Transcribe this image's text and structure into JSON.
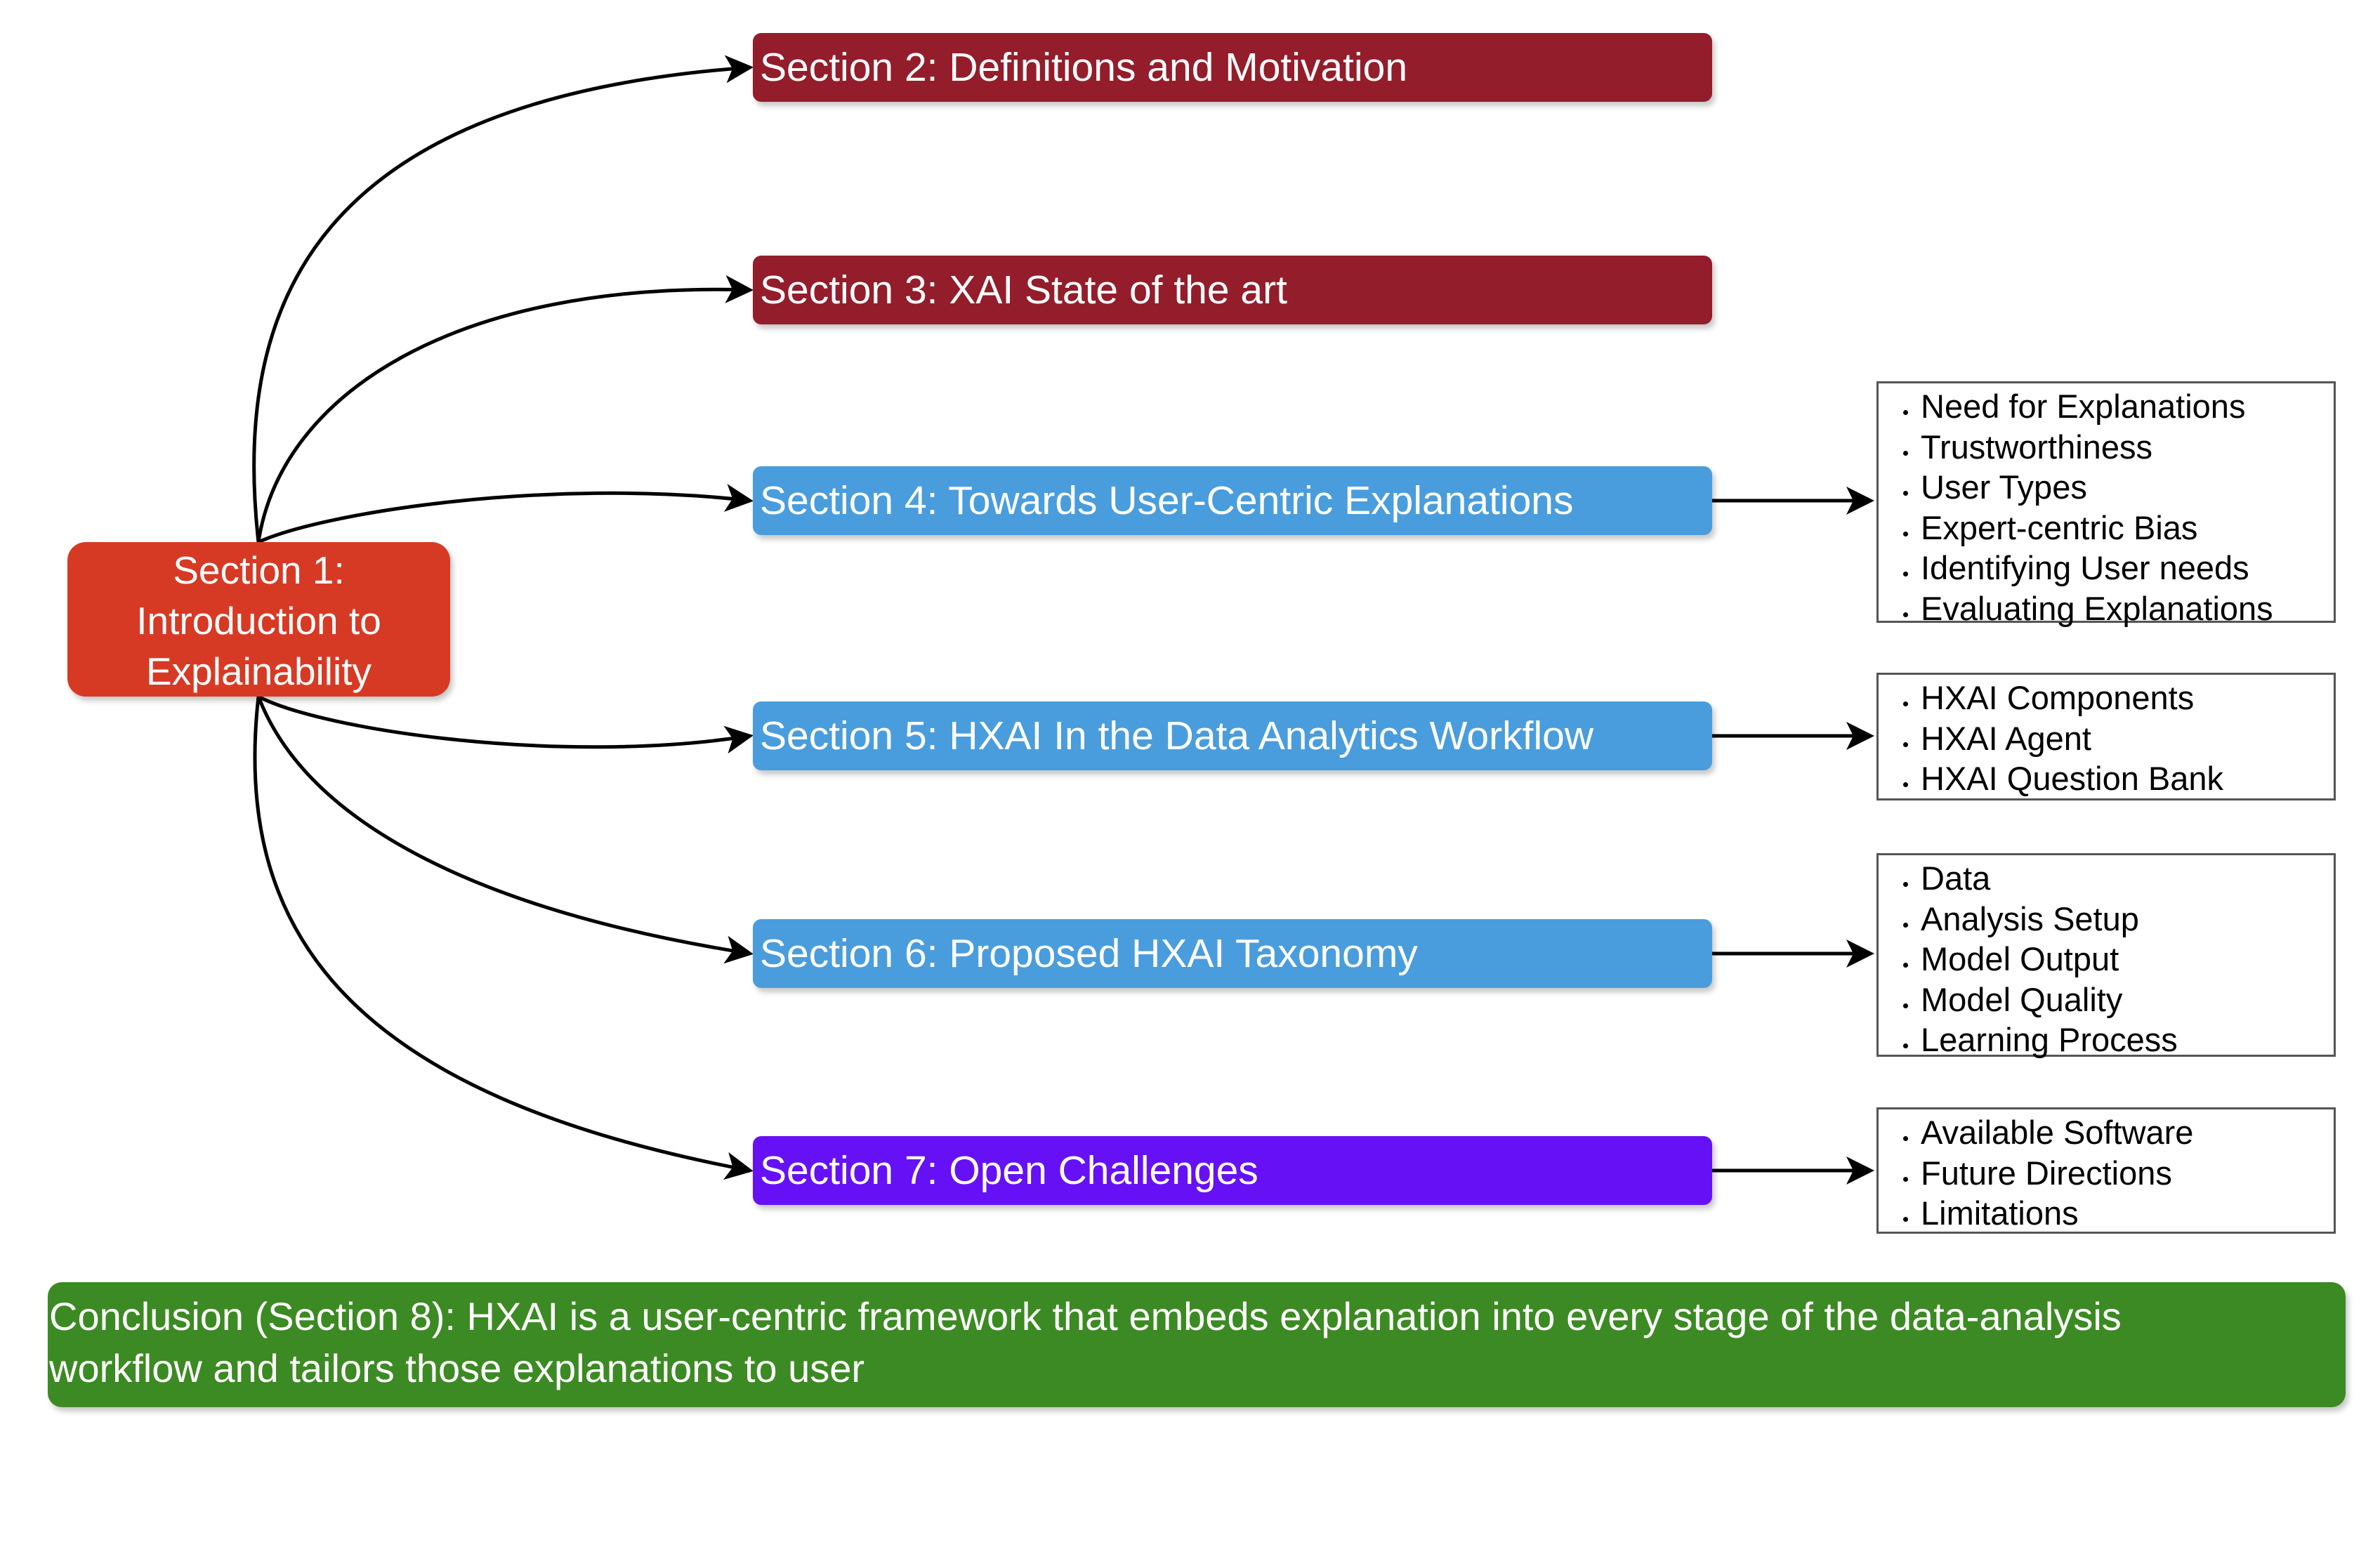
{
  "root": {
    "lines": [
      "Section 1:",
      "Introduction to",
      "Explainability"
    ],
    "color": "#d73a24"
  },
  "sections": [
    {
      "label": "Section 2: Definitions and Motivation",
      "color": "#941d2b"
    },
    {
      "label": "Section 3: XAI State of the art",
      "color": "#941d2b"
    },
    {
      "label": "Section 4: Towards User-Centric Explanations",
      "color": "#4a9ddc"
    },
    {
      "label": "Section 5: HXAI In the Data Analytics Workflow",
      "color": "#4a9ddc"
    },
    {
      "label": "Section 6: Proposed HXAI Taxonomy",
      "color": "#4a9ddc"
    },
    {
      "label": "Section 7: Open Challenges",
      "color": "#6611f5"
    }
  ],
  "details": [
    {
      "section": "Section 4: Towards User-Centric Explanations",
      "items": [
        "Need for Explanations",
        "Trustworthiness",
        "User Types",
        "Expert-centric Bias",
        "Identifying User needs",
        "Evaluating Explanations"
      ]
    },
    {
      "section": "Section 5: HXAI In the Data Analytics Workflow",
      "items": [
        "HXAI Components",
        "HXAI Agent",
        "HXAI Question Bank"
      ]
    },
    {
      "section": "Section 6: Proposed HXAI Taxonomy",
      "items": [
        "Data",
        "Analysis Setup",
        "Model Output",
        "Model Quality",
        "Learning Process"
      ]
    },
    {
      "section": "Section 7: Open Challenges",
      "items": [
        "Available Software",
        "Future Directions",
        "Limitations"
      ]
    }
  ],
  "conclusion": {
    "line1": "Conclusion (Section 8): HXAI is a user-centric framework that embeds explanation into every stage of the data-analysis",
    "line2": "workflow and tailors those explanations to user",
    "color": "#3c8a23"
  },
  "colors": {
    "arrow": "#000000",
    "detail_border": "#555555"
  }
}
